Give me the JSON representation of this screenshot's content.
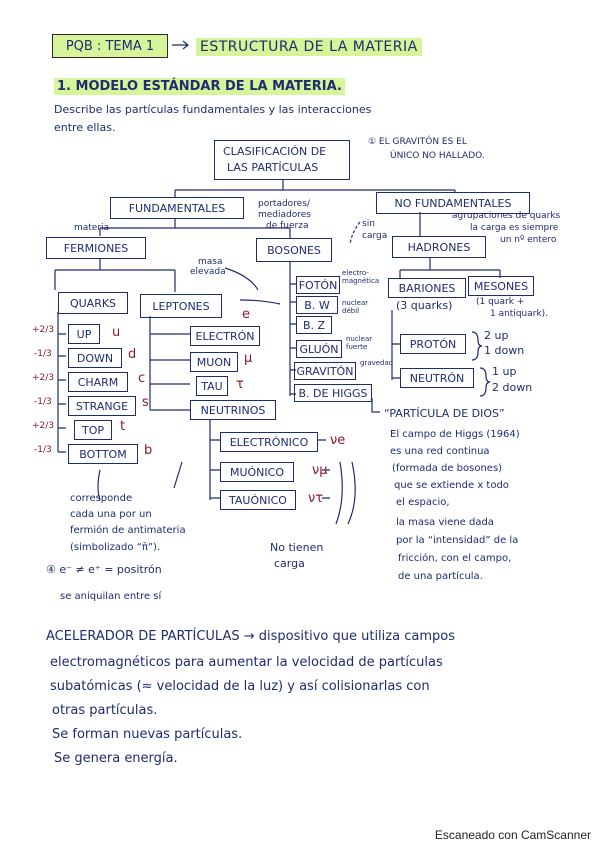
{
  "header": {
    "tag": "PQB : TEMA 1",
    "title": "ESTRUCTURA DE LA MATERIA"
  },
  "section": {
    "heading": "1. MODELO ESTÁNDAR DE LA MATERIA.",
    "prompt_line1": "Describe las partículas fundamentales y las interacciones",
    "prompt_line2": "entre ellas."
  },
  "diagram": {
    "root_line1": "CLASIFICACIÓN DE",
    "root_line2": "LAS PARTÍCULAS",
    "note_graviton_line1": "① EL GRAVITÓN ES EL",
    "note_graviton_line2": "ÚNICO NO HALLADO.",
    "fundamentales": "FUNDAMENTALES",
    "no_fundamentales": "NO FUNDAMENTALES",
    "materia": "materia",
    "portadores_line1": "portadores/",
    "portadores_line2": "mediadores",
    "portadores_line3": "de fuerza",
    "agrupaciones_line1": "agrupaciones de quarks",
    "agrupaciones_line2": "la carga es siempre",
    "agrupaciones_line3": "un nº entero",
    "sin_carga_line1": "sin",
    "sin_carga_line2": "carga",
    "fermiones": "FERMIONES",
    "bosones": "BOSONES",
    "hadrones": "HADRONES",
    "masa_line1": "masa",
    "masa_line2": "elevada",
    "quarks": "QUARKS",
    "leptones": "LEPTONES",
    "quark_list": [
      "UP",
      "DOWN",
      "CHARM",
      "STRANGE",
      "TOP",
      "BOTTOM"
    ],
    "quark_charges": [
      "+2/3",
      "-1/3",
      "+2/3",
      "-1/3",
      "+2/3",
      "-1/3"
    ],
    "quark_symbols": [
      "u",
      "d",
      "c",
      "s",
      "t",
      "b"
    ],
    "lepton_list": [
      "ELECTRÓN",
      "MUON",
      "TAU"
    ],
    "lepton_symbols": [
      "e",
      "μ",
      "τ"
    ],
    "neutrinos": "NEUTRINOS",
    "neutrino_list": [
      "ELECTRÓNICO",
      "MUÓNICO",
      "TAUÓNICO"
    ],
    "neutrino_symbols": [
      "νe",
      "νμ",
      "ντ"
    ],
    "boson_list": [
      "FOTÓN",
      "B. W",
      "B. Z",
      "GLUÓN",
      "GRAVITÓN",
      "B. DE HIGGS"
    ],
    "boson_notes": [
      "electro-magnética",
      "nuclear débil",
      "nuclear fuerte",
      "gravedad"
    ],
    "bariones": "BARIONES",
    "mesones": "MESONES",
    "bariones_note": "(3 quarks)",
    "mesones_note_line1": "(1 quark +",
    "mesones_note_line2": "1 antiquark).",
    "proton": "PROTÓN",
    "neutron": "NEUTRÓN",
    "proton_comp_line1": "2 up",
    "proton_comp_line2": "1 down",
    "neutron_comp_line1": "1 up",
    "neutron_comp_line2": "2 down",
    "particula_dios": "“PARTÍCULA DE DIOS”",
    "higgs_text": [
      "El campo de Higgs (1964)",
      "es una red continua",
      "(formada de bosones)",
      "que se extiende x todo",
      "el espacio,",
      "la masa viene dada",
      "por la “intensidad” de la",
      "fricción, con el campo,",
      "de una partícula."
    ],
    "antimatter_text": [
      "corresponde",
      "cada una por un",
      "fermión de antimateria",
      "(simbolizado “π̄”)."
    ],
    "positron_line": "④ e⁻ ≠ e⁺ = positrón",
    "annihilate_line": "se aniquilan entre sí",
    "no_charge_line1": "No tienen",
    "no_charge_line2": "carga"
  },
  "accelerator": {
    "lines": [
      "ACELERADOR DE PARTÍCULAS → dispositivo que utiliza campos",
      "electromagnéticos para aumentar la velocidad de partículas",
      "subatómicas (≈ velocidad de la luz) y así colisionarlas con",
      "otras partículas.",
      "Se forman nuevas partículas.",
      "Se genera energía."
    ]
  },
  "footer": {
    "scanner": "Escaneado con CamScanner"
  }
}
